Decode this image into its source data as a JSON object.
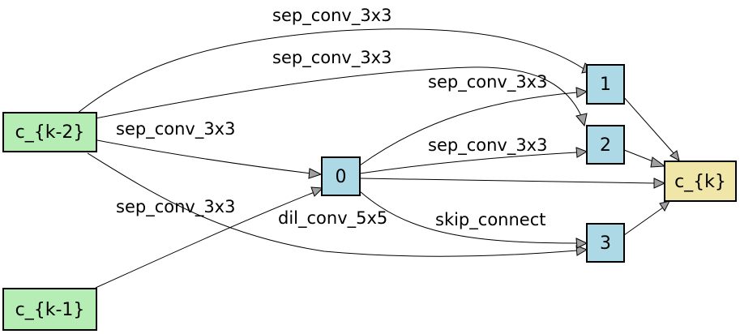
{
  "colors": {
    "input_node_fill": "#b5edb5",
    "intermediate_node_fill": "#add8e6",
    "output_node_fill": "#efe6a8",
    "edge_arrow_fill": "#a0a0a0"
  },
  "nodes": {
    "c_k_minus_2": "c_{k-2}",
    "c_k_minus_1": "c_{k-1}",
    "n0": "0",
    "n1": "1",
    "n2": "2",
    "n3": "3",
    "c_k": "c_{k}"
  },
  "edges": [
    {
      "from": "c_{k-2}",
      "to": "1",
      "label": "sep_conv_3x3"
    },
    {
      "from": "c_{k-2}",
      "to": "2",
      "label": "sep_conv_3x3"
    },
    {
      "from": "0",
      "to": "1",
      "label": "sep_conv_3x3"
    },
    {
      "from": "c_{k-2}",
      "to": "0",
      "label": "sep_conv_3x3"
    },
    {
      "from": "0",
      "to": "2",
      "label": "sep_conv_3x3"
    },
    {
      "from": "c_{k-1}",
      "to": "0",
      "label": "sep_conv_3x3"
    },
    {
      "from": "c_{k-2}",
      "to": "3",
      "label": "dil_conv_5x5"
    },
    {
      "from": "0",
      "to": "3",
      "label": "skip_connect"
    },
    {
      "from": "0",
      "to": "c_{k}",
      "label": ""
    },
    {
      "from": "1",
      "to": "c_{k}",
      "label": ""
    },
    {
      "from": "2",
      "to": "c_{k}",
      "label": ""
    },
    {
      "from": "3",
      "to": "c_{k}",
      "label": ""
    }
  ]
}
